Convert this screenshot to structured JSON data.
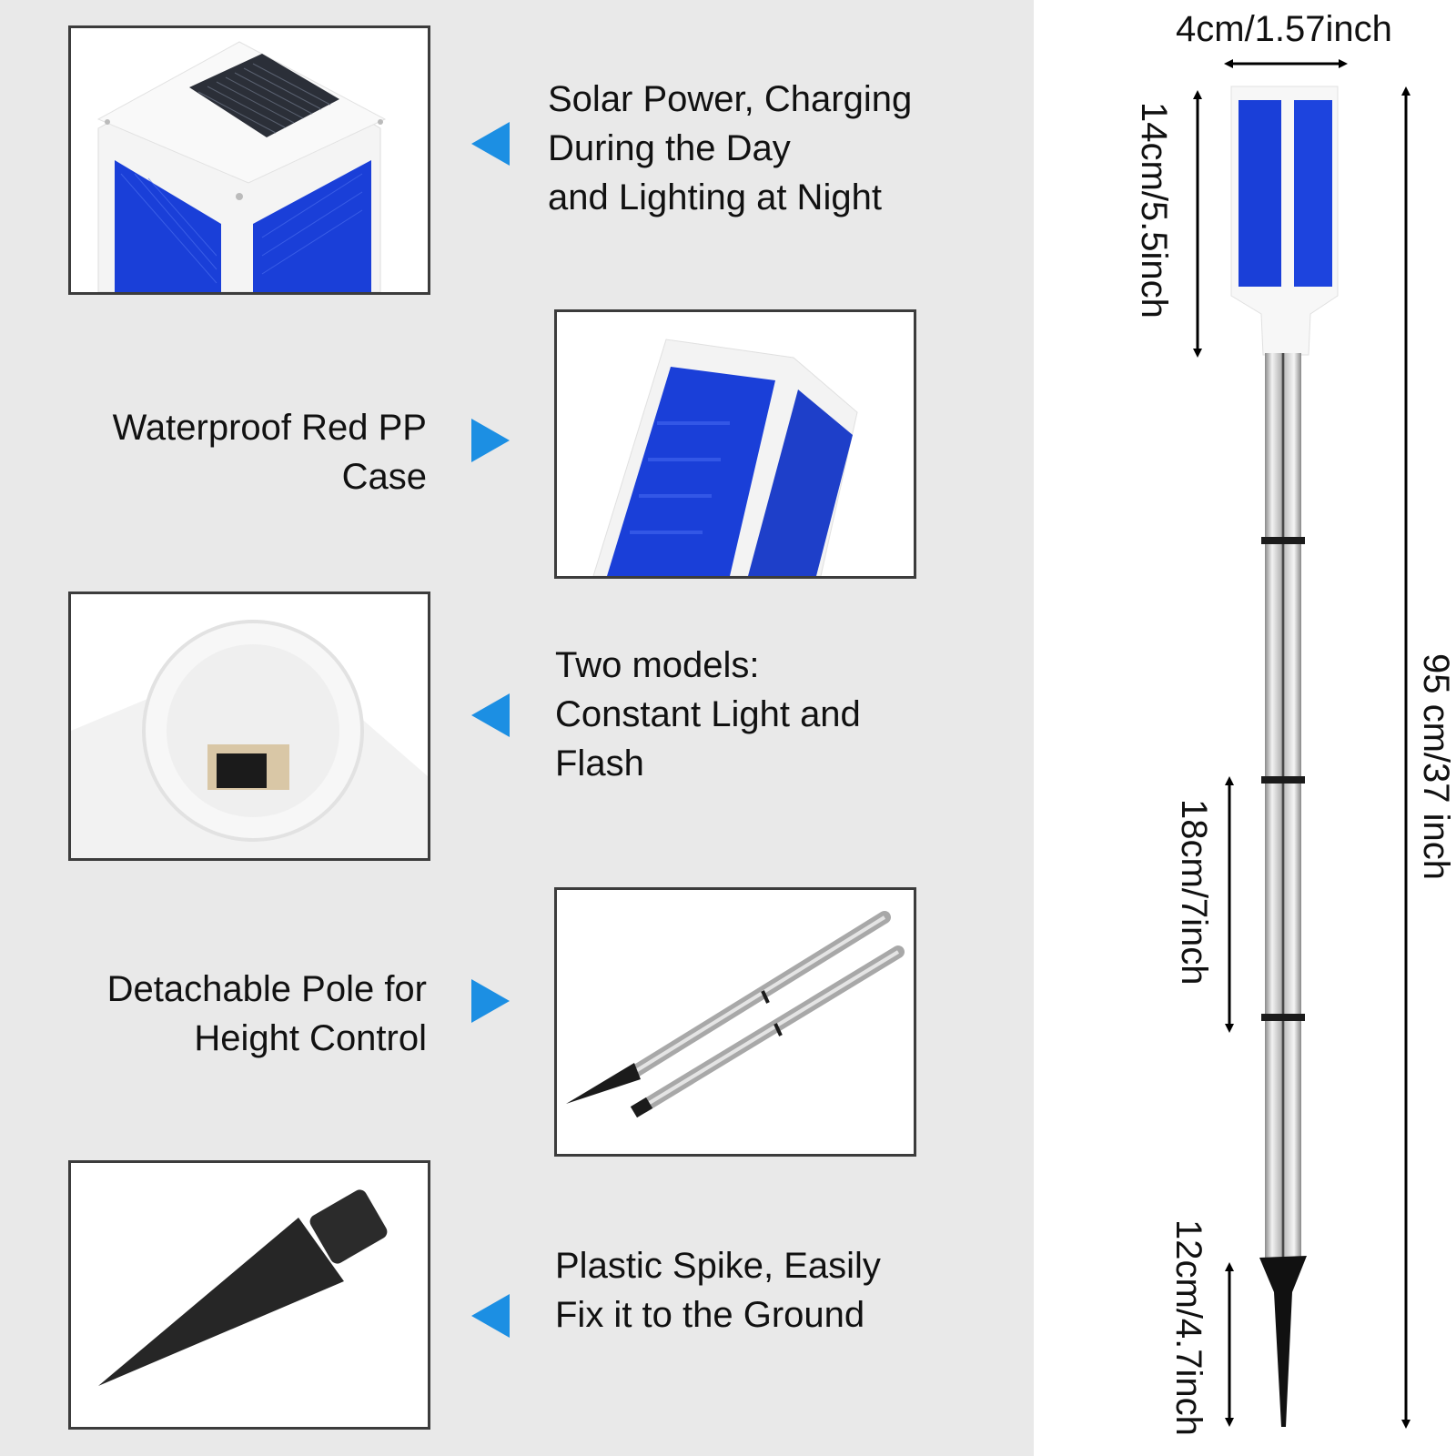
{
  "features": [
    {
      "lines": [
        "Solar Power, Charging",
        "During the Day",
        "and Lighting at Night"
      ],
      "arrow": "left-arrow"
    },
    {
      "lines": [
        "Waterproof Red PP",
        "Case"
      ],
      "arrow": "right-arrow"
    },
    {
      "lines": [
        "Two models:",
        "Constant Light and",
        "Flash"
      ],
      "arrow": "left-arrow"
    },
    {
      "lines": [
        "Detachable Pole for",
        "Height Control"
      ],
      "arrow": "right-arrow"
    },
    {
      "lines": [
        "Plastic Spike, Easily",
        "Fix it to the Ground"
      ],
      "arrow": "left-arrow"
    }
  ],
  "photos": [
    {
      "subject": "solar-panel-top-view"
    },
    {
      "subject": "blue-reflector-case"
    },
    {
      "subject": "switch-socket-interior"
    },
    {
      "subject": "detachable-pole-sections"
    },
    {
      "subject": "plastic-ground-spike"
    }
  ],
  "dimensions": {
    "width": "4cm/1.57inch",
    "head_height": "14cm/5.5inch",
    "total_height": "95 cm/37 inch",
    "section_length": "18cm/7inch",
    "spike_length": "12cm/4.7inch"
  },
  "colors": {
    "accent_arrow": "#1c8fe3",
    "reflector_blue": "#1a3fd8",
    "panel_gray": "#e9e9e9",
    "frame": "#3c3c3c"
  }
}
